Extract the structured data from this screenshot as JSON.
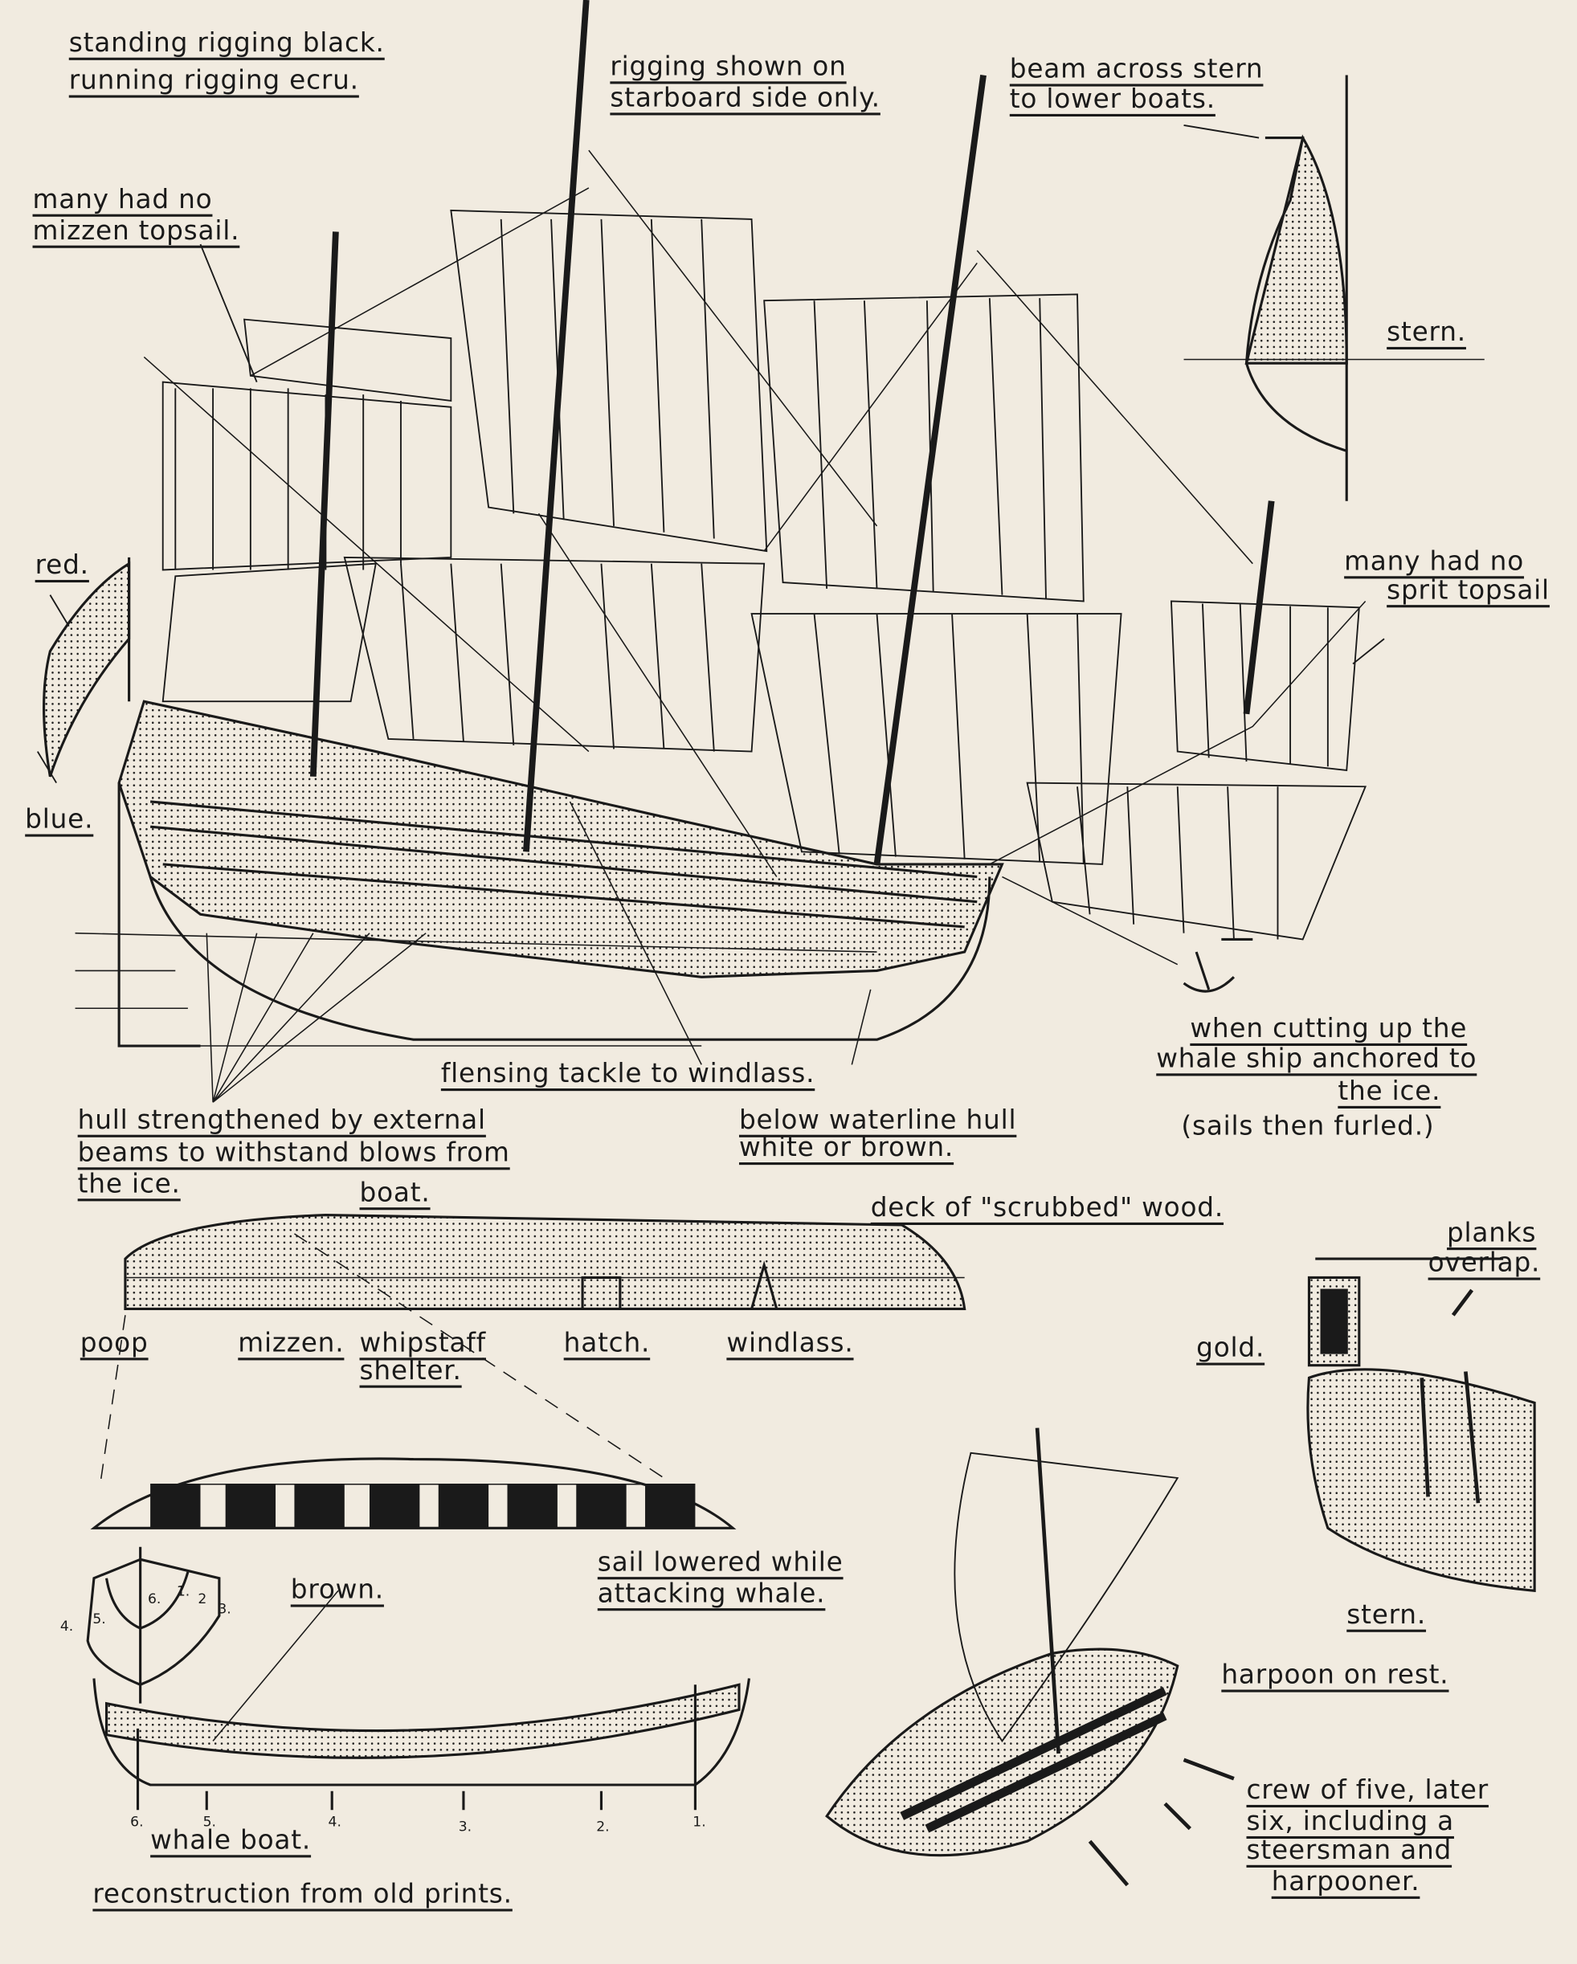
{
  "colors": {
    "paper": "#f1ebe0",
    "ink": "#1a1a1a"
  },
  "labels": {
    "rigging_colors": [
      "standing rigging black.",
      "running rigging ecru."
    ],
    "rigging_side": [
      "rigging shown on",
      "starboard side only."
    ],
    "stern_beam": [
      "beam across stern",
      "to lower boats."
    ],
    "mizzen_topsail": [
      "many had no",
      "mizzen topsail."
    ],
    "stern_top": "stern.",
    "flag_red": "red.",
    "sprit_topsail": [
      "many had no",
      "sprit topsail"
    ],
    "flag_blue": "blue.",
    "anchored": [
      "when cutting up the",
      "whale ship anchored to",
      "the ice.",
      "(sails then furled.)"
    ],
    "flensing": "flensing tackle to windlass.",
    "hull_strengthened": [
      "hull strengthened by external",
      "beams to withstand blows from",
      "the ice."
    ],
    "below_waterline": [
      "below waterline hull",
      "white or brown."
    ],
    "boat": "boat.",
    "deck": "deck of \"scrubbed\" wood.",
    "planks": [
      "planks",
      "overlap."
    ],
    "poop": "poop",
    "mizzen": "mizzen.",
    "whipstaff": [
      "whipstaff",
      "shelter."
    ],
    "hatch": "hatch.",
    "windlass": "windlass.",
    "gold": "gold.",
    "sail_lowered": [
      "sail lowered while",
      "attacking whale."
    ],
    "brown": "brown.",
    "stern_bottom": "stern.",
    "harpoon": "harpoon on rest.",
    "crew": [
      "crew of five, later",
      "six, including a",
      "steersman and",
      "harpooner."
    ],
    "whale_boat": "whale boat.",
    "reconstruction": "reconstruction from old prints."
  },
  "section_numbers": [
    "1.",
    "2",
    "3.",
    "4.",
    "5.",
    "6."
  ],
  "station_numbers": [
    "6.",
    "5.",
    "4.",
    "3.",
    "2.",
    "1."
  ]
}
